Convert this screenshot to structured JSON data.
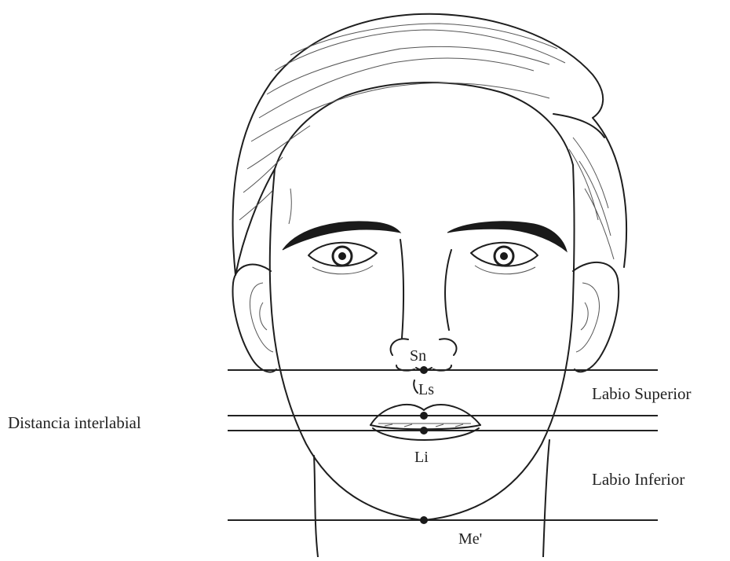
{
  "labels": {
    "upper_lip": "Labio Superior",
    "lower_lip": "Labio Inferior",
    "interlabial": "Distancia interlabial"
  },
  "landmarks": {
    "sn": "Sn",
    "ls": "Ls",
    "li": "Li",
    "me": "Me'"
  },
  "colors": {
    "ink": "#1e1e1e",
    "background": "#ffffff"
  }
}
